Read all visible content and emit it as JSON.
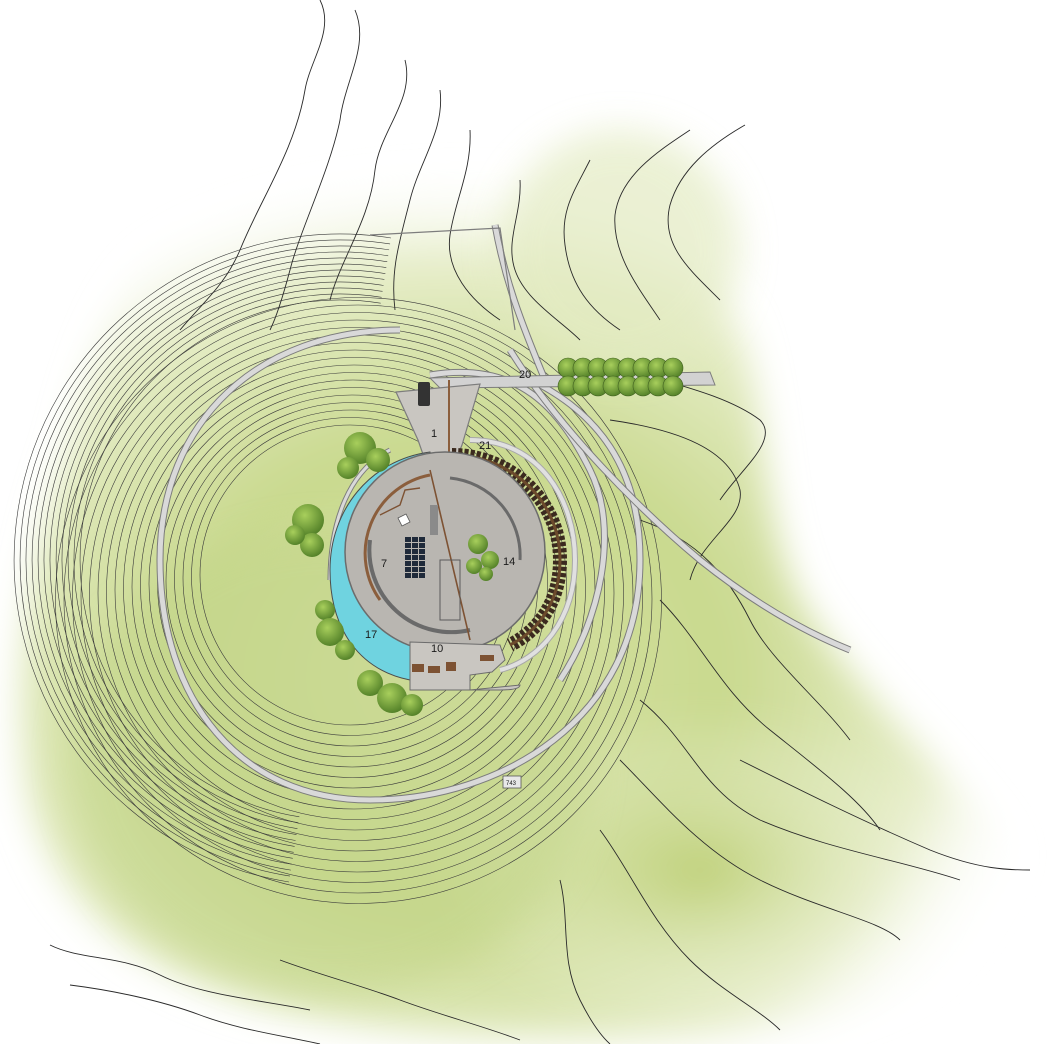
{
  "labels": {
    "l1": "1",
    "l7": "7",
    "l10": "10",
    "l14": "14",
    "l17": "17",
    "l20": "20",
    "l21": "21",
    "l743": "743"
  },
  "colors": {
    "terrain_light": "#eef3d9",
    "terrain_mid": "#cfdc9a",
    "terrain_dark": "#a9bf5a",
    "pool": "#6fd3e0",
    "plaza": "#b9b6b1",
    "path": "#8a8a8a",
    "tree": "#6e9c3a",
    "planting_dark": "#3b2a1f"
  },
  "icons": [
    "tree-icon",
    "solar-array-icon",
    "parking-icon"
  ]
}
